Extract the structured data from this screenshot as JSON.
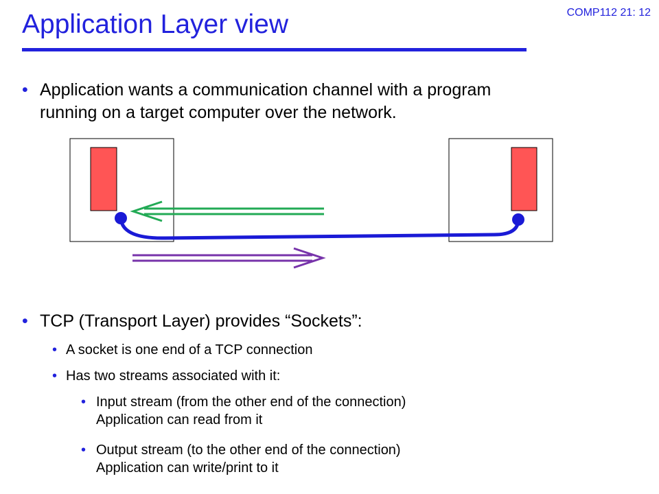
{
  "slide": {
    "ref": "COMP112 21: 12",
    "title": "Application Layer view"
  },
  "bullets": {
    "app_line1": "Application wants a communication channel with a program",
    "app_line2": "running on a target computer over the network.",
    "tcp": "TCP (Transport Layer) provides “Sockets”:",
    "socket_def": "A socket is one end of a TCP connection",
    "streams": "Has two streams associated with it:",
    "input_line1": "Input stream (from the other end of the connection)",
    "input_line2": "Application can read from it",
    "output_line1": "Output stream (to the other end of the connection)",
    "output_line2": "Application can write/print to it"
  },
  "colors": {
    "title": "#2222dd",
    "bullet": "#2222dd",
    "app_block": "#ff5555",
    "connection": "#1a1ad6",
    "inbound_arrow": "#22aa55",
    "outbound_arrow": "#7733aa"
  }
}
